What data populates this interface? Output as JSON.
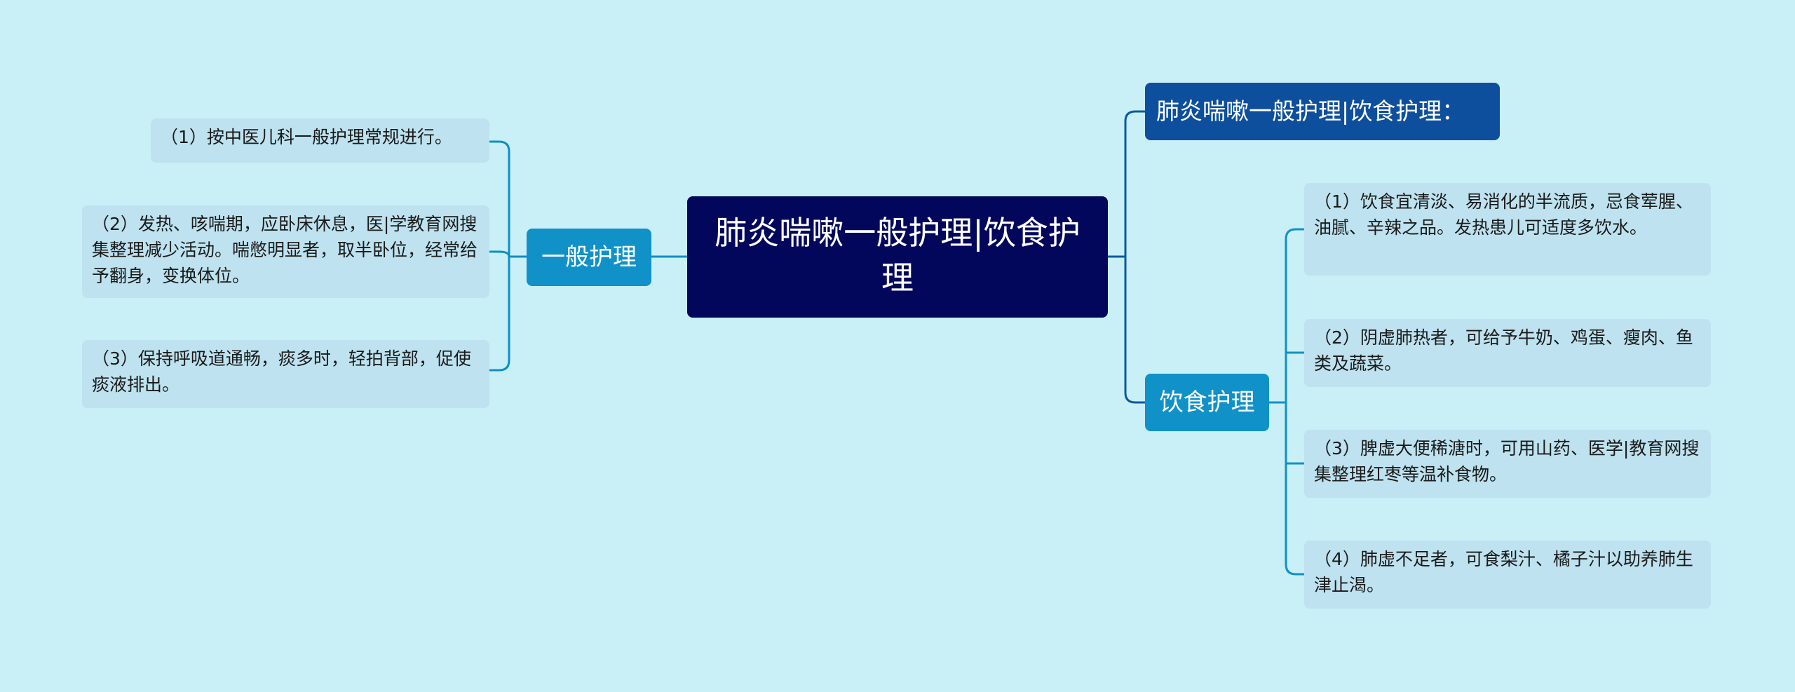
{
  "colors": {
    "background": "#c9eff7",
    "root_fill": "#02075b",
    "branch_fill": "#1091c8",
    "top_branch_fill": "#0d4f9c",
    "leaf_fill": "#bee2ef",
    "connector_left": "#0f8fc3",
    "connector_right": "#0b5aa0"
  },
  "mindmap": {
    "root": "肺炎喘嗽一般护理|饮食护理",
    "branch_top": "肺炎喘嗽一般护理|饮食护理：",
    "branch_general": "一般护理",
    "branch_diet": "饮食护理",
    "general_items": [
      "（1）按中医儿科一般护理常规进行。",
      "（2）发热、咳喘期，应卧床休息，医|学教育网搜集整理减少活动。喘憋明显者，取半卧位，经常给予翻身，变换体位。",
      "（3）保持呼吸道通畅，痰多时，轻拍背部，促使痰液排出。"
    ],
    "diet_items": [
      "（1）饮食宜清淡、易消化的半流质，忌食荤腥、油腻、辛辣之品。发热患儿可适度多饮水。",
      "（2）阴虚肺热者，可给予牛奶、鸡蛋、瘦肉、鱼类及蔬菜。",
      "（3）脾虚大便稀溏时，可用山药、医学|教育网搜集整理红枣等温补食物。",
      "（4）肺虚不足者，可食梨汁、橘子汁以助养肺生津止渴。"
    ]
  }
}
